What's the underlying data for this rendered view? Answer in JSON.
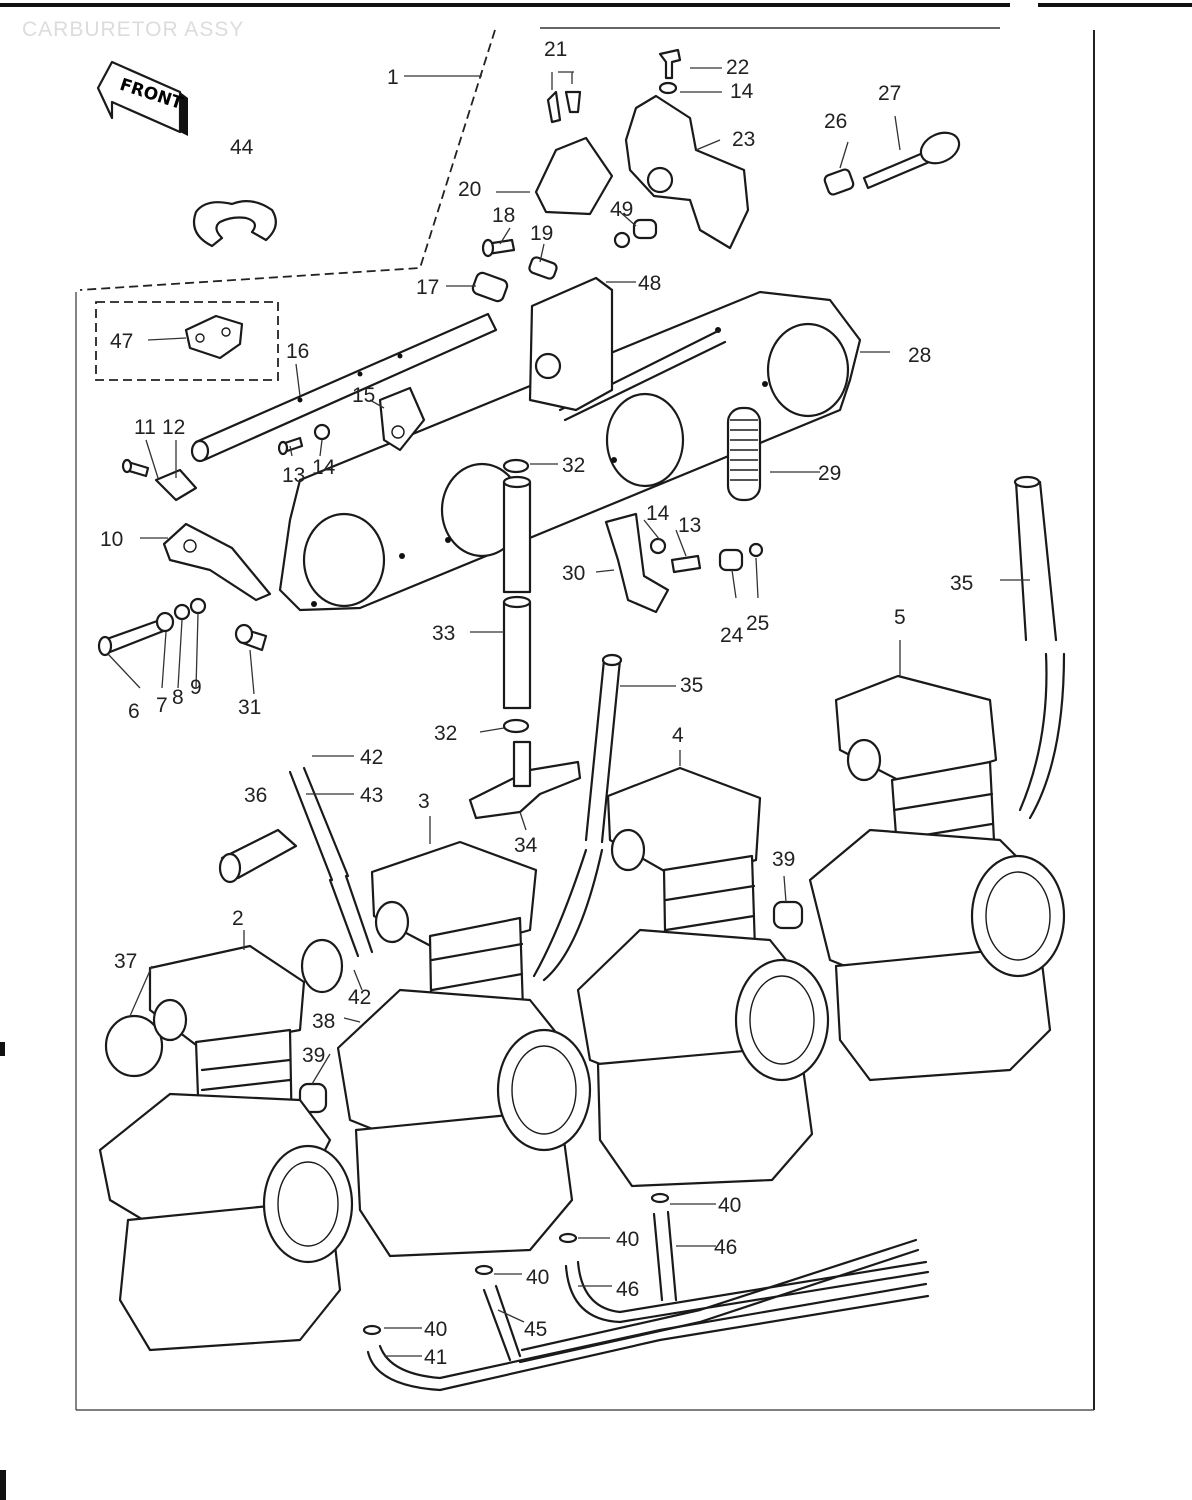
{
  "title": "CARBURETOR ASSY",
  "front_badge": "FRONT",
  "callouts": [
    {
      "id": "c1",
      "text": "1"
    },
    {
      "id": "c2",
      "text": "2"
    },
    {
      "id": "c3",
      "text": "3"
    },
    {
      "id": "c4",
      "text": "4"
    },
    {
      "id": "c5",
      "text": "5"
    },
    {
      "id": "c6",
      "text": "6"
    },
    {
      "id": "c7",
      "text": "7"
    },
    {
      "id": "c8",
      "text": "8"
    },
    {
      "id": "c9",
      "text": "9"
    },
    {
      "id": "c10",
      "text": "10"
    },
    {
      "id": "c11",
      "text": "11"
    },
    {
      "id": "c12",
      "text": "12"
    },
    {
      "id": "c13a",
      "text": "13"
    },
    {
      "id": "c13b",
      "text": "13"
    },
    {
      "id": "c14a",
      "text": "14"
    },
    {
      "id": "c14b",
      "text": "14"
    },
    {
      "id": "c14c",
      "text": "14"
    },
    {
      "id": "c15",
      "text": "15"
    },
    {
      "id": "c16",
      "text": "16"
    },
    {
      "id": "c17",
      "text": "17"
    },
    {
      "id": "c18",
      "text": "18"
    },
    {
      "id": "c19",
      "text": "19"
    },
    {
      "id": "c20",
      "text": "20"
    },
    {
      "id": "c21",
      "text": "21"
    },
    {
      "id": "c22",
      "text": "22"
    },
    {
      "id": "c23",
      "text": "23"
    },
    {
      "id": "c24",
      "text": "24"
    },
    {
      "id": "c25",
      "text": "25"
    },
    {
      "id": "c26",
      "text": "26"
    },
    {
      "id": "c27",
      "text": "27"
    },
    {
      "id": "c28",
      "text": "28"
    },
    {
      "id": "c29",
      "text": "29"
    },
    {
      "id": "c30",
      "text": "30"
    },
    {
      "id": "c31",
      "text": "31"
    },
    {
      "id": "c32a",
      "text": "32"
    },
    {
      "id": "c32b",
      "text": "32"
    },
    {
      "id": "c33",
      "text": "33"
    },
    {
      "id": "c34",
      "text": "34"
    },
    {
      "id": "c35a",
      "text": "35"
    },
    {
      "id": "c35b",
      "text": "35"
    },
    {
      "id": "c36",
      "text": "36"
    },
    {
      "id": "c37",
      "text": "37"
    },
    {
      "id": "c38",
      "text": "38"
    },
    {
      "id": "c39a",
      "text": "39"
    },
    {
      "id": "c39b",
      "text": "39"
    },
    {
      "id": "c40a",
      "text": "40"
    },
    {
      "id": "c40b",
      "text": "40"
    },
    {
      "id": "c40c",
      "text": "40"
    },
    {
      "id": "c40d",
      "text": "40"
    },
    {
      "id": "c41",
      "text": "41"
    },
    {
      "id": "c42a",
      "text": "42"
    },
    {
      "id": "c42b",
      "text": "42"
    },
    {
      "id": "c43",
      "text": "43"
    },
    {
      "id": "c44",
      "text": "44"
    },
    {
      "id": "c45",
      "text": "45"
    },
    {
      "id": "c46a",
      "text": "46"
    },
    {
      "id": "c46b",
      "text": "46"
    },
    {
      "id": "c47",
      "text": "47"
    },
    {
      "id": "c48",
      "text": "48"
    },
    {
      "id": "c49",
      "text": "49"
    }
  ]
}
